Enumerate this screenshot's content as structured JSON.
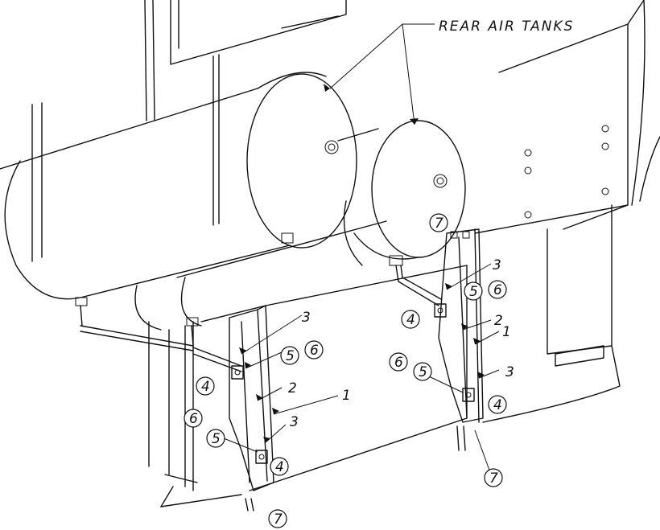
{
  "title_label": "REAR AIR TANKS",
  "callouts": {
    "c1a": "1",
    "c2a": "2",
    "c3a": "3",
    "c3b": "3",
    "c4a": "4",
    "c4b": "4",
    "c5a": "5",
    "c5b": "5",
    "c6a": "6",
    "c6b": "6",
    "c7a": "7",
    "c1b": "1",
    "c2b": "2",
    "c3c": "3",
    "c3d": "3",
    "c4c": "4",
    "c4d": "4",
    "c5c": "5",
    "c5d": "5",
    "c6c": "6",
    "c6d": "6",
    "c7b": "7",
    "c7c": "7"
  }
}
